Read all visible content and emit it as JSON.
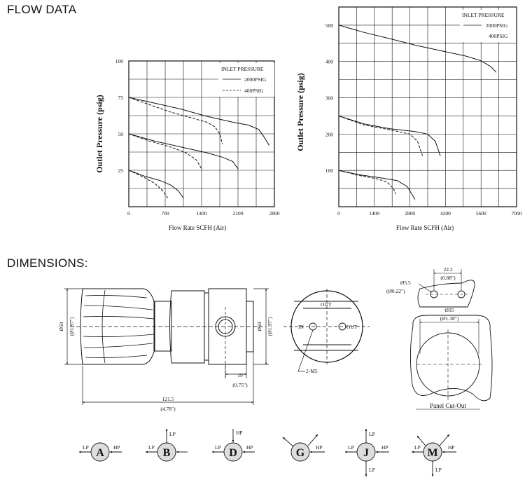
{
  "headers": {
    "flow": "FLOW DATA",
    "dimensions": "DIMENSIONS:"
  },
  "chart_data": [
    {
      "type": "line",
      "xlabel": "Flow Rate SCFH  (Air)",
      "ylabel": "Outlet Pressure (psig)",
      "xlim": [
        0,
        2800
      ],
      "ylim": [
        0,
        100
      ],
      "x_ticks": [
        "0",
        "700",
        "1400",
        "2100",
        "2800"
      ],
      "y_ticks": [
        "25",
        "50",
        "75",
        "100"
      ],
      "grid": true,
      "legend": {
        "title": "INLET PRESSURE",
        "entries": [
          "2000PSIG",
          "400PSIG"
        ],
        "position": "top-right"
      },
      "series": [
        {
          "name": "2000PSIG",
          "dashed": false,
          "x": [
            0,
            500,
            1000,
            1500,
            2000,
            2300,
            2500,
            2600,
            2700
          ],
          "y": [
            75,
            71,
            67,
            62,
            58,
            56,
            53,
            48,
            42
          ]
        },
        {
          "name": "400PSIG",
          "dashed": true,
          "x": [
            0,
            400,
            800,
            1200,
            1500,
            1650,
            1750,
            1800
          ],
          "y": [
            75,
            70,
            65,
            61,
            58,
            55,
            50,
            43
          ]
        },
        {
          "name": "2000PSIG",
          "dashed": false,
          "x": [
            0,
            500,
            1000,
            1500,
            1800,
            2000,
            2100
          ],
          "y": [
            50,
            45,
            41,
            37,
            34,
            31,
            26
          ]
        },
        {
          "name": "400PSIG",
          "dashed": true,
          "x": [
            0,
            400,
            800,
            1100,
            1300,
            1400
          ],
          "y": [
            50,
            45,
            41,
            37,
            32,
            26
          ]
        },
        {
          "name": "2000PSIG",
          "dashed": false,
          "x": [
            0,
            300,
            600,
            800,
            950,
            1050
          ],
          "y": [
            25,
            21,
            18,
            15,
            11,
            6
          ]
        },
        {
          "name": "400PSIG",
          "dashed": true,
          "x": [
            0,
            300,
            500,
            650,
            750
          ],
          "y": [
            25,
            20,
            16,
            11,
            6
          ]
        }
      ]
    },
    {
      "type": "line",
      "xlabel": "Flow Rate SCFH  (Air)",
      "ylabel": "Outlet Pressure (psig)",
      "xlim": [
        0,
        7000
      ],
      "ylim": [
        0,
        550
      ],
      "x_ticks": [
        "0",
        "1400",
        "2800",
        "4200",
        "5600",
        "7000"
      ],
      "y_ticks": [
        "100",
        "200",
        "300",
        "400",
        "500"
      ],
      "grid": true,
      "legend": {
        "title": "INLET PRESSURE",
        "entries": [
          "2000PSIG",
          "400PSIG"
        ],
        "position": "top-right"
      },
      "series": [
        {
          "name": "2000PSIG",
          "dashed": false,
          "x": [
            0,
            1000,
            2000,
            3000,
            4000,
            5000,
            5600,
            6000,
            6200
          ],
          "y": [
            500,
            480,
            463,
            445,
            430,
            415,
            402,
            385,
            370
          ]
        },
        {
          "name": "2000PSIG",
          "dashed": false,
          "x": [
            0,
            1000,
            2000,
            3000,
            3500,
            3800,
            4000
          ],
          "y": [
            250,
            228,
            215,
            207,
            200,
            180,
            140
          ]
        },
        {
          "name": "400PSIG",
          "dashed": true,
          "x": [
            0,
            1000,
            2000,
            2800,
            3100,
            3300
          ],
          "y": [
            250,
            225,
            212,
            200,
            180,
            140
          ]
        },
        {
          "name": "2000PSIG",
          "dashed": false,
          "x": [
            0,
            800,
            1600,
            2300,
            2700,
            3000
          ],
          "y": [
            100,
            88,
            80,
            72,
            55,
            20
          ]
        },
        {
          "name": "400PSIG",
          "dashed": true,
          "x": [
            0,
            800,
            1500,
            1900,
            2150,
            2250
          ],
          "y": [
            100,
            86,
            77,
            68,
            50,
            35
          ]
        }
      ]
    }
  ],
  "dims": {
    "d50_left": "Ø50",
    "d197_left": "(Ø1.97\")",
    "d50_right": "Ø50",
    "d197_right": "(Ø1.97\")",
    "l19": "19",
    "l075": "(0.75\")",
    "l1215": "121.5",
    "l478": "(4.78\")",
    "out": "OUT",
    "in": "IN",
    "out_side": "OUT",
    "m5": "2-M5",
    "d55": "Ø5.5",
    "d022": "(Ø0.22\")",
    "w222": "22.2",
    "w088": "(0.88\")",
    "d35": "Ø35",
    "d138": "(Ø1.38\")",
    "panel": "Panel Cut-Out"
  },
  "ports": [
    {
      "letter": "A",
      "lp": "LP",
      "hp": "HP"
    },
    {
      "letter": "B",
      "lp": "LP",
      "hp": "LP"
    },
    {
      "letter": "D",
      "lp": "LP",
      "hp": "HP"
    },
    {
      "letter": "G",
      "lp": "",
      "hp": "HP"
    },
    {
      "letter": "J",
      "lp": "LP",
      "hp": "HP",
      "extra": "LP"
    },
    {
      "letter": "M",
      "lp": "LP",
      "hp": "HP",
      "extra": "LP"
    }
  ]
}
